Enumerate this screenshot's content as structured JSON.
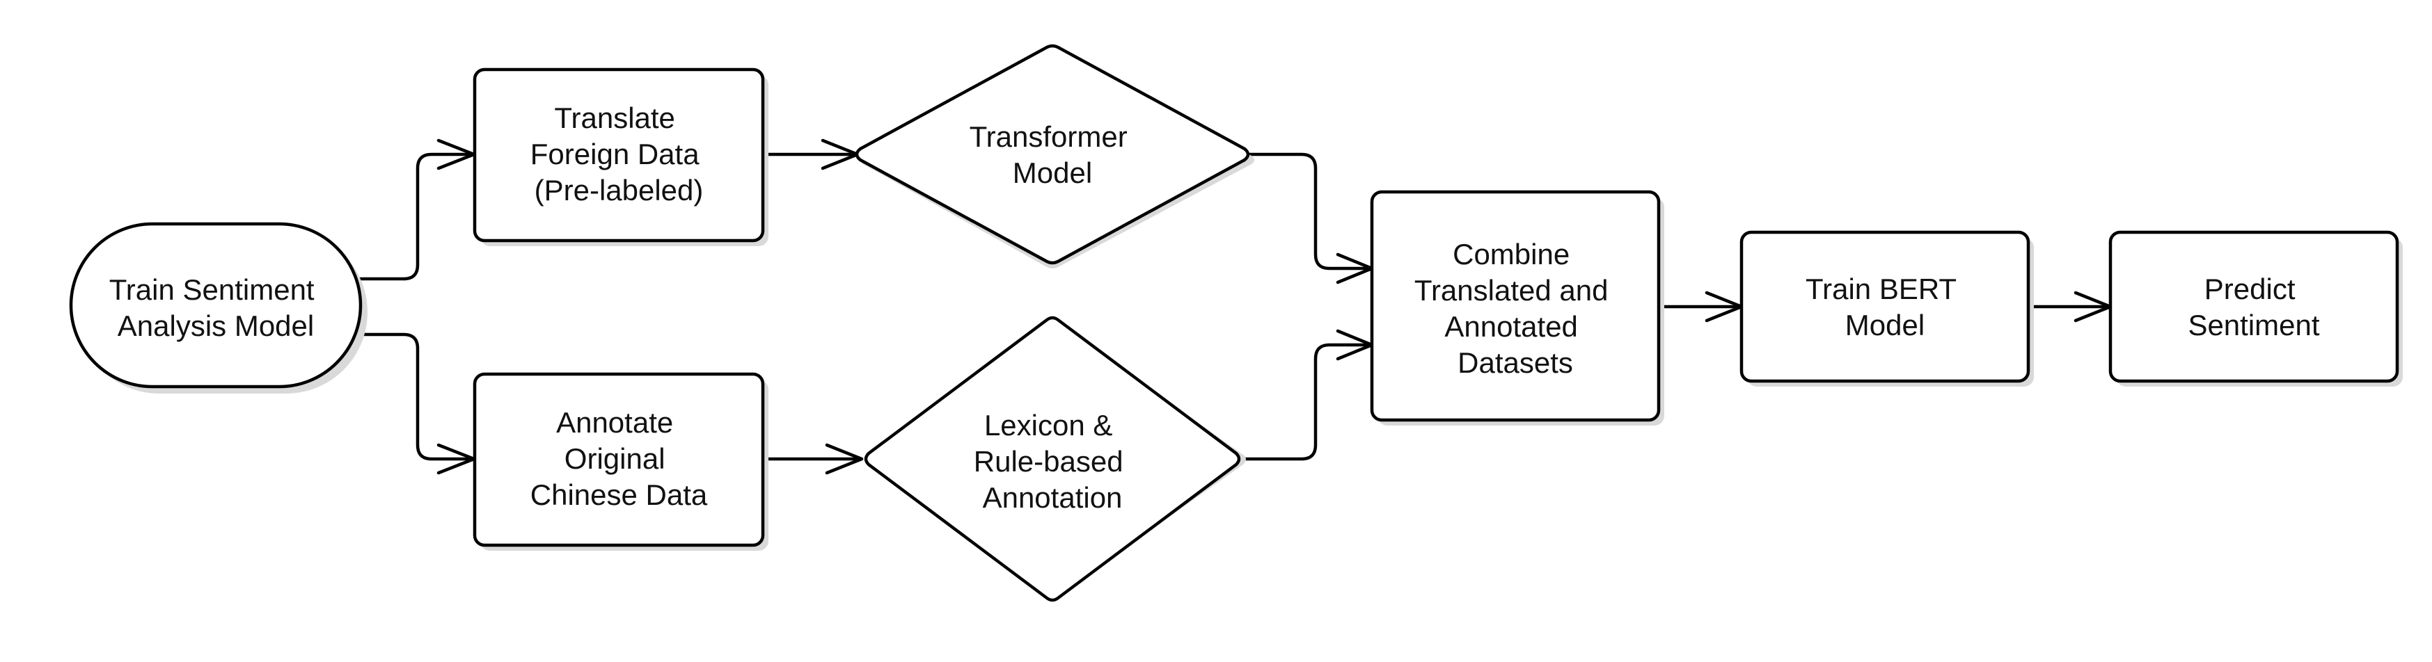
{
  "diagram": {
    "type": "flowchart",
    "nodes": {
      "start": {
        "lines": [
          "Train Sentiment",
          "Analysis Model"
        ]
      },
      "translate": {
        "lines": [
          "Translate",
          "Foreign Data",
          "(Pre-labeled)"
        ]
      },
      "annotate": {
        "lines": [
          "Annotate",
          "Original",
          "Chinese Data"
        ]
      },
      "transformer": {
        "lines": [
          "Transformer",
          "Model"
        ]
      },
      "lexicon": {
        "lines": [
          "Lexicon &",
          "Rule-based",
          "Annotation"
        ]
      },
      "combine": {
        "lines": [
          "Combine",
          "Translated and",
          "Annotated",
          "Datasets"
        ]
      },
      "bert": {
        "lines": [
          "Train BERT",
          "Model"
        ]
      },
      "predict": {
        "lines": [
          "Predict",
          "Sentiment"
        ]
      }
    },
    "edges": [
      {
        "from": "start",
        "to": "translate"
      },
      {
        "from": "start",
        "to": "annotate"
      },
      {
        "from": "translate",
        "to": "transformer"
      },
      {
        "from": "annotate",
        "to": "lexicon"
      },
      {
        "from": "transformer",
        "to": "combine"
      },
      {
        "from": "lexicon",
        "to": "combine"
      },
      {
        "from": "combine",
        "to": "bert"
      },
      {
        "from": "bert",
        "to": "predict"
      }
    ]
  }
}
